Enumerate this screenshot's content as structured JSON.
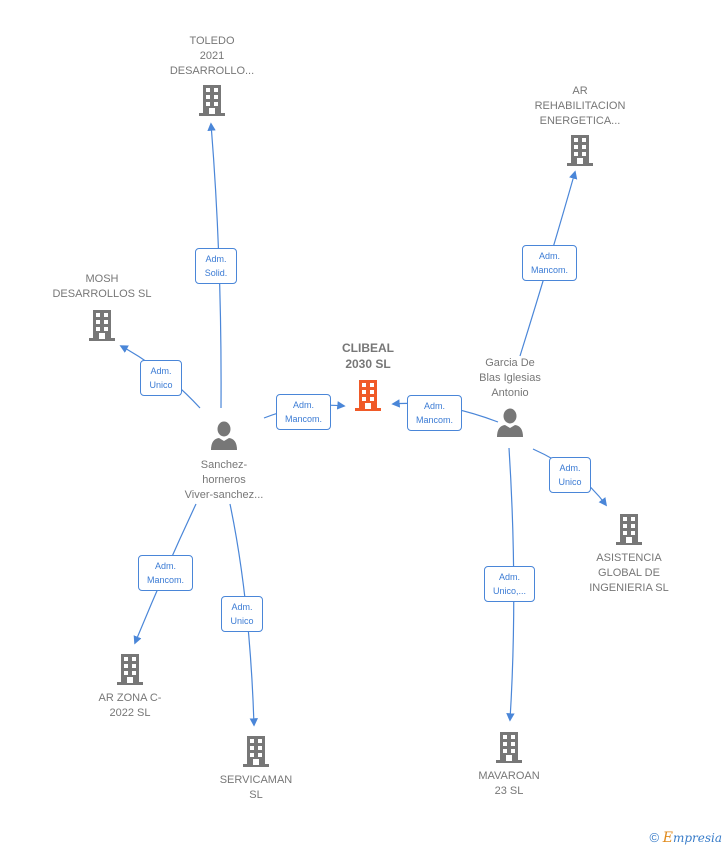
{
  "colors": {
    "edge": "#4a86d8",
    "company_icon": "#777777",
    "center_icon": "#f05a28",
    "person_icon": "#777777",
    "label_text": "#777777",
    "edge_label_text": "#3b7bd4"
  },
  "nodes": [
    {
      "id": "clibeal",
      "type": "company-center",
      "label": "CLIBEAL\n2030  SL",
      "icon": "building-icon"
    },
    {
      "id": "toledo",
      "type": "company",
      "label": "TOLEDO\n2021\nDESARROLLO...",
      "icon": "building-icon"
    },
    {
      "id": "ar_rehab",
      "type": "company",
      "label": "AR\nREHABILITACION\nENERGETICA...",
      "icon": "building-icon"
    },
    {
      "id": "mosh",
      "type": "company",
      "label": "MOSH\nDESARROLLOS SL",
      "icon": "building-icon"
    },
    {
      "id": "garcia",
      "type": "person",
      "label": "Garcia De\nBlas Iglesias\nAntonio",
      "icon": "person-icon"
    },
    {
      "id": "sanchez",
      "type": "person",
      "label": "Sanchez-\nhorneros\nViver-sanchez...",
      "icon": "person-icon"
    },
    {
      "id": "asistencia",
      "type": "company",
      "label": "ASISTENCIA\nGLOBAL DE\nINGENIERIA  SL",
      "icon": "building-icon"
    },
    {
      "id": "ar_zona",
      "type": "company",
      "label": "AR ZONA C-\n2022  SL",
      "icon": "building-icon"
    },
    {
      "id": "servicaman",
      "type": "company",
      "label": "SERVICAMAN\nSL",
      "icon": "building-icon"
    },
    {
      "id": "mavaroan",
      "type": "company",
      "label": "MAVAROAN\n23  SL",
      "icon": "building-icon"
    }
  ],
  "edges": [
    {
      "from": "sanchez",
      "to": "toledo",
      "label": "Adm.\nSolid."
    },
    {
      "from": "sanchez",
      "to": "mosh",
      "label": "Adm.\nUnico"
    },
    {
      "from": "sanchez",
      "to": "clibeal",
      "label": "Adm.\nMancom."
    },
    {
      "from": "sanchez",
      "to": "ar_zona",
      "label": "Adm.\nMancom."
    },
    {
      "from": "sanchez",
      "to": "servicaman",
      "label": "Adm.\nUnico"
    },
    {
      "from": "garcia",
      "to": "clibeal",
      "label": "Adm.\nMancom."
    },
    {
      "from": "garcia",
      "to": "ar_rehab",
      "label": "Adm.\nMancom."
    },
    {
      "from": "garcia",
      "to": "asistencia",
      "label": "Adm.\nUnico"
    },
    {
      "from": "garcia",
      "to": "mavaroan",
      "label": "Adm.\nUnico,..."
    }
  ],
  "footer": {
    "copyright": "©",
    "brand_initial": "E",
    "brand_rest": "mpresia"
  }
}
